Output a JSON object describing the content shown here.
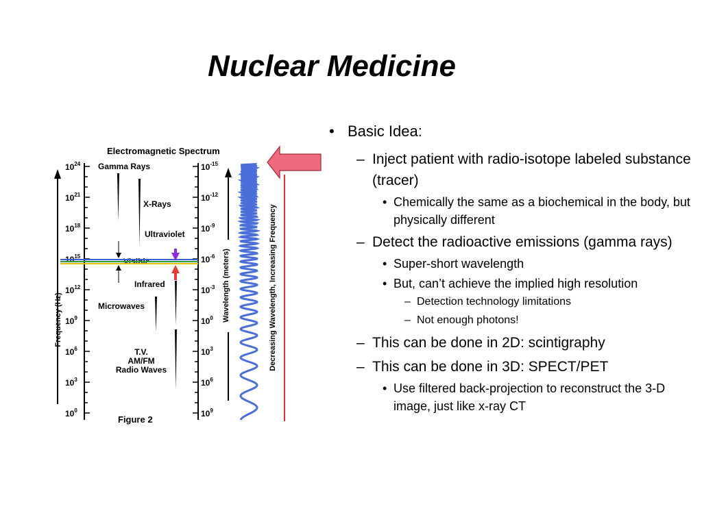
{
  "slide": {
    "title": "Nuclear Medicine"
  },
  "figure": {
    "heading": "Electromagnetic Spectrum",
    "caption": "Figure 2",
    "frequency_axis": {
      "label": "Frequency (Hz)",
      "exponents": [
        "24",
        "21",
        "18",
        "15",
        "12",
        "9",
        "6",
        "3",
        "0"
      ]
    },
    "wavelength_axis": {
      "label": "Wavelength (meters)",
      "exponents": [
        "-15",
        "-12",
        "-9",
        "-6",
        "-3",
        "0",
        "3",
        "6",
        "9"
      ]
    },
    "wave_label": "Decreasing Wavelength, Increasing Frequency",
    "bands": [
      "Gamma Rays",
      "X-Rays",
      "Ultraviolet",
      "Visible",
      "Infrared",
      "Microwaves",
      "T.V.",
      "AM/FM",
      "Radio Waves"
    ],
    "colors": {
      "wave": "#4a6fd8",
      "highlight_arrow": "#f06a7e",
      "pointer_line": "#e0303a",
      "ultraviolet_arrow": "#8a2be2",
      "infrared_arrow": "#e53935"
    }
  },
  "bullets": {
    "b1": "Basic Idea:",
    "b2": "Inject patient with radio-isotope labeled substance (tracer)",
    "b3": "Chemically the same as a biochemical in the body, but physically different",
    "b4": "Detect the radioactive emissions (gamma rays)",
    "b5": "Super-short wavelength",
    "b6": "But, can’t achieve the implied high resolution",
    "b7": "Detection technology limitations",
    "b8": "Not enough photons!",
    "b9": "This can be done in 2D: scintigraphy",
    "b10": "This can be done in 3D: SPECT/PET",
    "b11": "Use filtered back-projection to reconstruct the 3-D image, just like x-ray CT"
  }
}
